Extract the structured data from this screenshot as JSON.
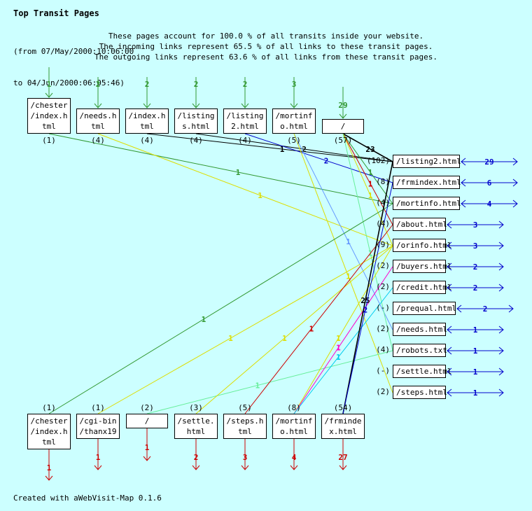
{
  "title": "Top Transit Pages",
  "date_range": [
    "(from 07/May/2000:10:06:00",
    "to 04/Jun/2000:06:05:46)"
  ],
  "stats": [
    "These pages account for 100.0 % of all transits inside your website.",
    "The incoming links represent 65.5 % of all links to these transit pages.",
    "The outgoing links represent 63.6 % of all links from these transit pages."
  ],
  "colors": {
    "background": "#ccffff",
    "incoming": "#339933",
    "outgoing": "#cc0000",
    "internal": "#0000cc"
  },
  "top_pages": [
    {
      "label": [
        "/chester",
        "/index.h",
        "tml"
      ],
      "in": "1",
      "count": "(1)"
    },
    {
      "label": [
        "/needs.h",
        "tml"
      ],
      "in": "2",
      "count": "(4)"
    },
    {
      "label": [
        "/index.h",
        "tml"
      ],
      "in": "2",
      "count": "(4)"
    },
    {
      "label": [
        "/listing",
        "s.html"
      ],
      "in": "2",
      "count": "(4)"
    },
    {
      "label": [
        "/listing",
        "2.html"
      ],
      "in": "2",
      "count": "(4)"
    },
    {
      "label": [
        "/mortinf",
        "o.html"
      ],
      "in": "3",
      "count": "(5)"
    },
    {
      "label": [
        "/"
      ],
      "in": "29",
      "count": "(57)"
    }
  ],
  "right_pages": [
    {
      "label": "/listing2.html",
      "count": "(102)",
      "self": "29"
    },
    {
      "label": "/frmindex.html",
      "count": "(8)",
      "self": "6"
    },
    {
      "label": "/mortinfo.html",
      "count": "(4)",
      "self": "4"
    },
    {
      "label": "/about.html",
      "count": "(4)",
      "self": "3"
    },
    {
      "label": "/orinfo.html",
      "count": "(9)",
      "self": "3"
    },
    {
      "label": "/buyers.html",
      "count": "(2)",
      "self": "2"
    },
    {
      "label": "/credit.html",
      "count": "(2)",
      "self": "2"
    },
    {
      "label": "/prequal.html",
      "count": "(-)",
      "self": "2"
    },
    {
      "label": "/needs.html",
      "count": "(2)",
      "self": "1"
    },
    {
      "label": "/robots.txt",
      "count": "(4)",
      "self": "1"
    },
    {
      "label": "/settle.html",
      "count": "(-)",
      "self": "1"
    },
    {
      "label": "/steps.html",
      "count": "(2)",
      "self": "1"
    }
  ],
  "bottom_pages": [
    {
      "label": [
        "/chester",
        "/index.h",
        "tml"
      ],
      "out": "1",
      "count": "(1)"
    },
    {
      "label": [
        "/cgi-bin",
        "/thanx19"
      ],
      "out": "1",
      "count": "(1)"
    },
    {
      "label": [
        "/"
      ],
      "out": "1",
      "count": "(2)"
    },
    {
      "label": [
        "/settle.",
        "html"
      ],
      "out": "2",
      "count": "(3)"
    },
    {
      "label": [
        "/steps.h",
        "tml"
      ],
      "out": "3",
      "count": "(5)"
    },
    {
      "label": [
        "/mortinf",
        "o.html"
      ],
      "out": "4",
      "count": "(8)"
    },
    {
      "label": [
        "/frminde",
        "x.html"
      ],
      "out": "27",
      "count": "(54)"
    }
  ],
  "links": [
    {
      "from": "top:0",
      "to": "right:2",
      "value": "1",
      "color": "#339933"
    },
    {
      "from": "top:1",
      "to": "right:4",
      "value": "1",
      "color": "#dddd00"
    },
    {
      "from": "top:2",
      "to": "right:0",
      "value": "1",
      "color": "#000000"
    },
    {
      "from": "top:3",
      "to": "right:0",
      "value": "2",
      "color": "#000000"
    },
    {
      "from": "top:4",
      "to": "right:1",
      "value": "2",
      "color": "#0000cc"
    },
    {
      "from": "top:5",
      "to": "right:8",
      "value": "1",
      "color": "#6699ff"
    },
    {
      "from": "top:5",
      "to": "right:11",
      "value": "1",
      "color": "#dddd00"
    },
    {
      "from": "top:6",
      "to": "right:0",
      "value": "23",
      "color": "#000000"
    },
    {
      "from": "top:6",
      "to": "right:2",
      "value": "1",
      "color": "#339933"
    },
    {
      "from": "top:6",
      "to": "right:3",
      "value": "1",
      "color": "#cc0000"
    },
    {
      "from": "top:6",
      "to": "right:4",
      "value": "1",
      "color": "#dddd00"
    },
    {
      "from": "top:6",
      "to": "right:9",
      "value": "1",
      "color": "#66ee99"
    },
    {
      "from": "right:2",
      "to": "bottom:0",
      "value": "1",
      "color": "#339933"
    },
    {
      "from": "right:4",
      "to": "bottom:1",
      "value": "1",
      "color": "#dddd00"
    },
    {
      "from": "right:9",
      "to": "bottom:2",
      "value": "1",
      "color": "#66ee99"
    },
    {
      "from": "right:4",
      "to": "bottom:3",
      "value": "1",
      "color": "#dddd00"
    },
    {
      "from": "right:3",
      "to": "bottom:4",
      "value": "1",
      "color": "#cc0000"
    },
    {
      "from": "right:4",
      "to": "bottom:5",
      "value": "1",
      "color": "#dddd00"
    },
    {
      "from": "right:5",
      "to": "bottom:5",
      "value": "1",
      "color": "#ff00cc"
    },
    {
      "from": "right:6",
      "to": "bottom:5",
      "value": "1",
      "color": "#00ccee"
    },
    {
      "from": "right:0",
      "to": "bottom:6",
      "value": "25",
      "color": "#000000"
    },
    {
      "from": "right:1",
      "to": "bottom:6",
      "value": "2",
      "color": "#0000cc"
    }
  ],
  "footer": "Created with aWebVisit-Map 0.1.6"
}
